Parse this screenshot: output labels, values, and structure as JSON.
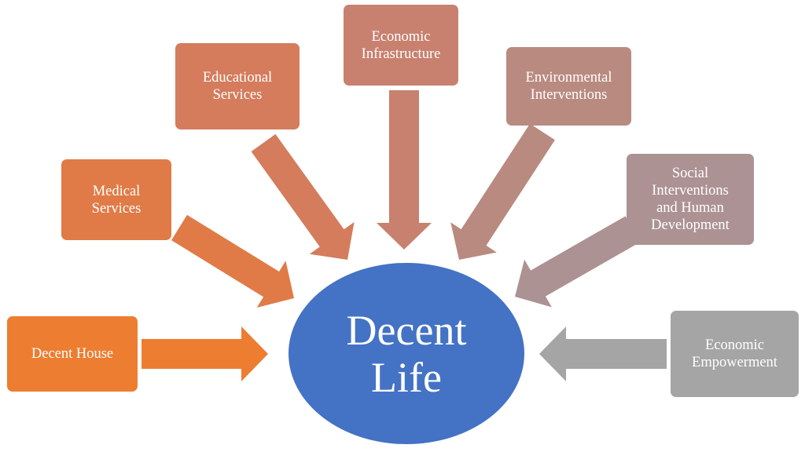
{
  "center": {
    "label": "Decent\nLife",
    "color": "#4472C4"
  },
  "nodes": [
    {
      "label": "Decent House",
      "color": "#ED7D31"
    },
    {
      "label": "Medical\nServices",
      "color": "#E07B47"
    },
    {
      "label": "Educational\nServices",
      "color": "#D47C5C"
    },
    {
      "label": "Economic\nInfrastructure",
      "color": "#C8806F"
    },
    {
      "label": "Environmental\nInterventions",
      "color": "#B98A80"
    },
    {
      "label": "Social\nInterventions\nand Human\nDevelopment",
      "color": "#AD9293"
    },
    {
      "label": "Economic\nEmpowerment",
      "color": "#A5A5A5"
    }
  ]
}
